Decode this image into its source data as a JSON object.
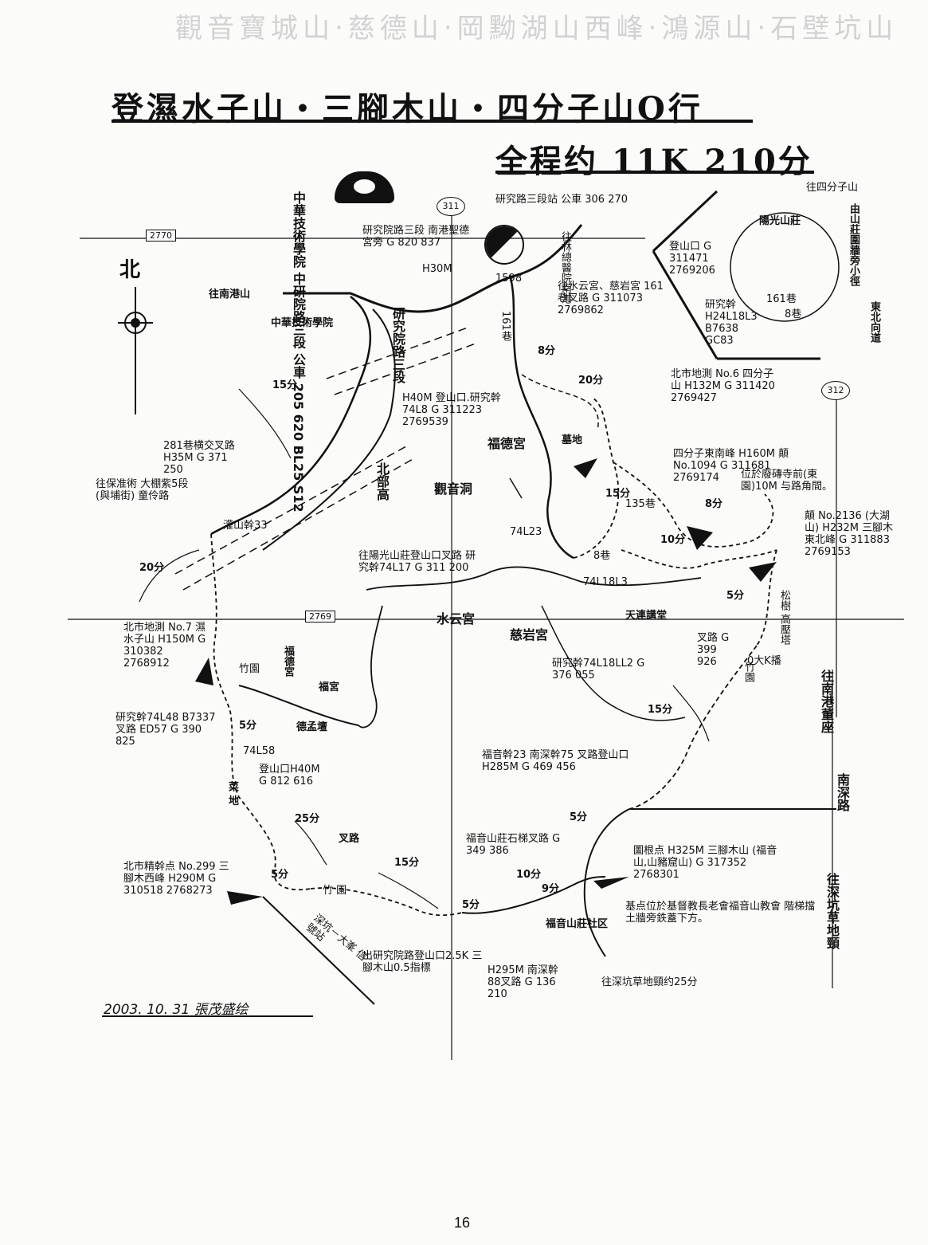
{
  "header": {
    "title": "登濕水子山‧三腳木山‧四分子山O行",
    "subtitle": "全程约 11K 210分",
    "ghost_header": "觀音寶城山‧慈德山‧岡黝湖山西峰‧鴻源山‧石壁坑山"
  },
  "grid": {
    "h_top": "2770",
    "h_mid": "2769",
    "v_left": "311",
    "v_right": "312"
  },
  "compass": {
    "north": "北"
  },
  "labels": {
    "bus_stop": "中華技術學院 中研院路三段 公車 205 620 BL25 S12",
    "school": "中華技術學院",
    "to_nangang": "往南港山",
    "fuyu_temple_jct": "研究院路三段 南港聖德宮旁 G 820 837",
    "h30": "H30M",
    "bus306": "研究路三段站 公車 306 270",
    "to_lin": "往林總醫院南港",
    "to_shuiquan": "往水云宮、慈岩宮 161巷叉路 G 311073 2769862",
    "lane1598": "1598",
    "lane161": "161巷",
    "min8": "8分",
    "road_a": "研究院路三段",
    "road_b": "北部高",
    "min15a": "15分",
    "j281": "281巷横交叉路 H35M G 371 250",
    "to_bao": "往保准術 大棚紫5段 (與埔街) 童伶路",
    "min20a": "20分",
    "tou_chi": "灌山幹33",
    "trail_h40": "H40M 登山口.研究幹74L8 G 311223 2769539",
    "fuyi_temple": "福德宮",
    "min20b": "20分",
    "cemetery": "墓地",
    "guanyin_cave": "觀音洞",
    "t74l23": "74L23",
    "yangguang_jct": "往陽光山莊登山口叉路 研究幹74L17 G 311 200",
    "t74l1813": "74L18L3",
    "shuiyun": "水云宮",
    "ciyan": "慈岩宮",
    "tianlian": "天連講堂",
    "research74l18ll2": "研究幹74L18LL2 G 376 055",
    "min15b": "15分",
    "min15c": "15分",
    "min10a": "10分",
    "min8b": "8分",
    "lane135": "135巷",
    "lane8": "8巷",
    "sifen": "北市地測 No.6 四分子山 H132M G 311420 2769427",
    "sifen_se": "四分子東南峰 H160M 顛 No.1094 G 311681 2769174",
    "sifen_se_note": "位於廢磚寺前(東園)10M 与路角間。",
    "jiatai": "顛 No.2136 (大湖山) H232M 三腳木東北峰 G 311883 2769153",
    "pine": "松樹 高壓塔",
    "min5a": "5分",
    "fork_g399": "叉路 G 399 926",
    "da_k": "0大K播",
    "bamboo_a": "竹園",
    "shi_water": "北市地測 No.7 濕水子山 H150M G 310382 2768912",
    "bamboo_b": "竹園",
    "fude_b": "福德宮",
    "dezhi": "德孟壇",
    "jungle": "福宮",
    "j74l48": "研究幹74L48 B7337叉路 ED57 G 390 825",
    "min5b": "5分",
    "t74l58": "74L58",
    "trail_h40b": "登山口H40M G 812 616",
    "vegetable": "菜 地",
    "min25": "25分",
    "fork_b": "叉路",
    "min15d": "15分",
    "fuyin_fork": "福音山莊石梯叉路 G 349 386",
    "fude_23": "福音幹23 南深幹75 叉路登山口 H285M G 469 456",
    "min5c": "5分",
    "sanjiaomu_w": "北市精幹点 No.299 三腳木西峰 H290M G 310518 2768273",
    "min5d": "5分",
    "bamboo_c": "竹 園",
    "min5e": "5分",
    "min10b": "10分",
    "min9": "9分",
    "sanjiaomu": "圖根点 H325M 三腳木山 (福音山,山豬窟山) G 317352 2768301",
    "sanjiaomu_note": "基点位於基督教長老會福音山教會 階梯擋土牆旁鉄蓋下方。",
    "fuyin_community": "福音山莊社区",
    "exit_note": "出研究院路登山口2.5K 三腳木山0.5指標",
    "nanshen_88": "H295M 南深幹88叉路 G 136 210",
    "to_shenkeng": "往深坑草地頸约25分",
    "deep_bamboo": "深坑－大峯 信號站",
    "to_nangang_bus": "往南港董座",
    "nanshen_road": "南深路",
    "to_shenkeng_b": "往深坑草地頸",
    "yangguang_villa": "陽光山莊",
    "yangguang_trail": "登山口 G 311471 2769206",
    "yangguang_branch": "研究幹 H24L18L3 B7638 GC83",
    "yangguang_lane161": "161巷",
    "yangguang_lane8": "8巷",
    "to_sifen": "往四分子山",
    "from_villa": "由山莊圍牆旁小徑",
    "east_north": "東北向道"
  },
  "signature": "2003. 10. 31 張茂盛绘",
  "page_number": "16"
}
